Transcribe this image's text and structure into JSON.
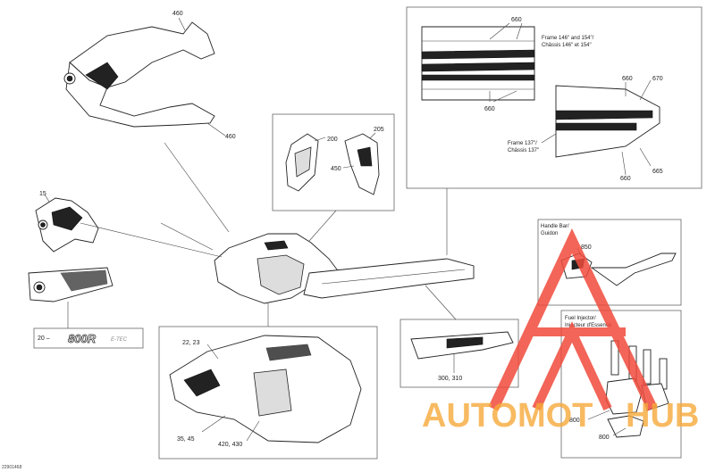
{
  "callouts": {
    "c460_top": "460",
    "c460_side": "460",
    "c15": "15",
    "c20": "20 –",
    "c200": "200",
    "c205": "205",
    "c450": "450",
    "c660_a": "660",
    "c660_b": "660",
    "c660_c": "660",
    "c660_d": "660",
    "c670": "670",
    "c665": "665",
    "c850": "850",
    "c800_a": "800",
    "c800_b": "800",
    "c300": "300, 310",
    "c22": "22, 23",
    "c35": "35, 45",
    "c420": "420, 430"
  },
  "notes": {
    "frame_146_en": "Frame 146\" and 154\"/",
    "frame_146_fr": "Châssis 146\" et 154\"",
    "frame_137_en": "Frame 137\"/",
    "frame_137_fr": "Châssis 137\"",
    "handlebar_en": "Handle Bar/",
    "handlebar_fr": "Guidon",
    "fuel_en": "Fuel Injector/",
    "fuel_fr": "Injecteur d'Essence"
  },
  "decal_model": "800R",
  "decal_suffix": "E-TEC",
  "drawing_number": "22901468",
  "watermark": {
    "part1": "AUTOMOT",
    "part2": "HUB",
    "color": "#f04b3c"
  }
}
